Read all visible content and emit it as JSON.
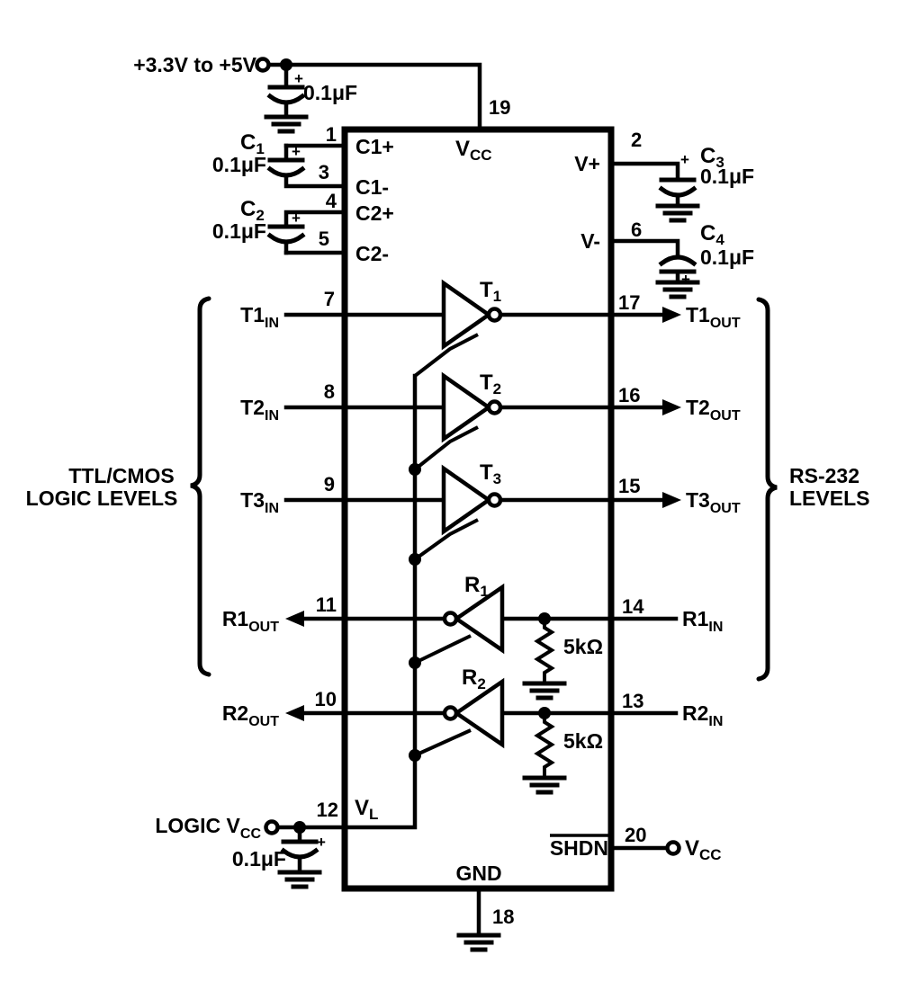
{
  "colors": {
    "ink": "#000000",
    "background": "#ffffff"
  },
  "supply": {
    "label": "+3.3V to +5V",
    "plus": "+",
    "cap_value": "0.1μF",
    "pin": "19"
  },
  "ic": {
    "vcc": {
      "main": "V",
      "sub": "CC"
    },
    "pads": {
      "c1p": "C1+",
      "c1m": "C1-",
      "c2p": "C2+",
      "c2m": "C2-",
      "vplus": "V+",
      "vminus": "V-",
      "vl": {
        "main": "V",
        "sub": "L"
      },
      "gnd": "GND",
      "shdn": "SHDN"
    }
  },
  "left_caps": [
    {
      "name": "C",
      "sub": "1",
      "value": "0.1μF",
      "pin_top": "1",
      "pin_bottom": "3",
      "plus": "+"
    },
    {
      "name": "C",
      "sub": "2",
      "value": "0.1μF",
      "pin_top": "4",
      "pin_bottom": "5",
      "plus": "+"
    }
  ],
  "right_caps": [
    {
      "name": "C",
      "sub": "3",
      "value": "0.1μF",
      "pin": "2",
      "plus": "+"
    },
    {
      "name": "C",
      "sub": "4",
      "value": "0.1μF",
      "pin": "6",
      "plus": "+"
    }
  ],
  "transmitters": [
    {
      "gate": "T",
      "gate_sub": "1",
      "pin_in": "7",
      "in_main": "T1",
      "in_sub": "IN",
      "pin_out": "17",
      "out_main": "T1",
      "out_sub": "OUT"
    },
    {
      "gate": "T",
      "gate_sub": "2",
      "pin_in": "8",
      "in_main": "T2",
      "in_sub": "IN",
      "pin_out": "16",
      "out_main": "T2",
      "out_sub": "OUT"
    },
    {
      "gate": "T",
      "gate_sub": "3",
      "pin_in": "9",
      "in_main": "T3",
      "in_sub": "IN",
      "pin_out": "15",
      "out_main": "T3",
      "out_sub": "OUT"
    }
  ],
  "receivers": [
    {
      "gate": "R",
      "gate_sub": "1",
      "pin_out": "11",
      "out_main": "R1",
      "out_sub": "OUT",
      "pin_in": "14",
      "in_main": "R1",
      "in_sub": "IN",
      "resistor": "5kΩ"
    },
    {
      "gate": "R",
      "gate_sub": "2",
      "pin_out": "10",
      "out_main": "R2",
      "out_sub": "OUT",
      "pin_in": "13",
      "in_main": "R2",
      "in_sub": "IN",
      "resistor": "5kΩ"
    }
  ],
  "left_group": {
    "line1": "TTL/CMOS",
    "line2": "LOGIC LEVELS"
  },
  "right_group": {
    "line1": "RS-232",
    "line2": "LEVELS"
  },
  "logic_supply": {
    "label_main": "LOGIC V",
    "label_sub": "CC",
    "plus": "+",
    "cap_value": "0.1μF",
    "pin": "12"
  },
  "ground": {
    "pin": "18"
  },
  "shutdown": {
    "pin": "20",
    "net_main": "V",
    "net_sub": "CC"
  }
}
